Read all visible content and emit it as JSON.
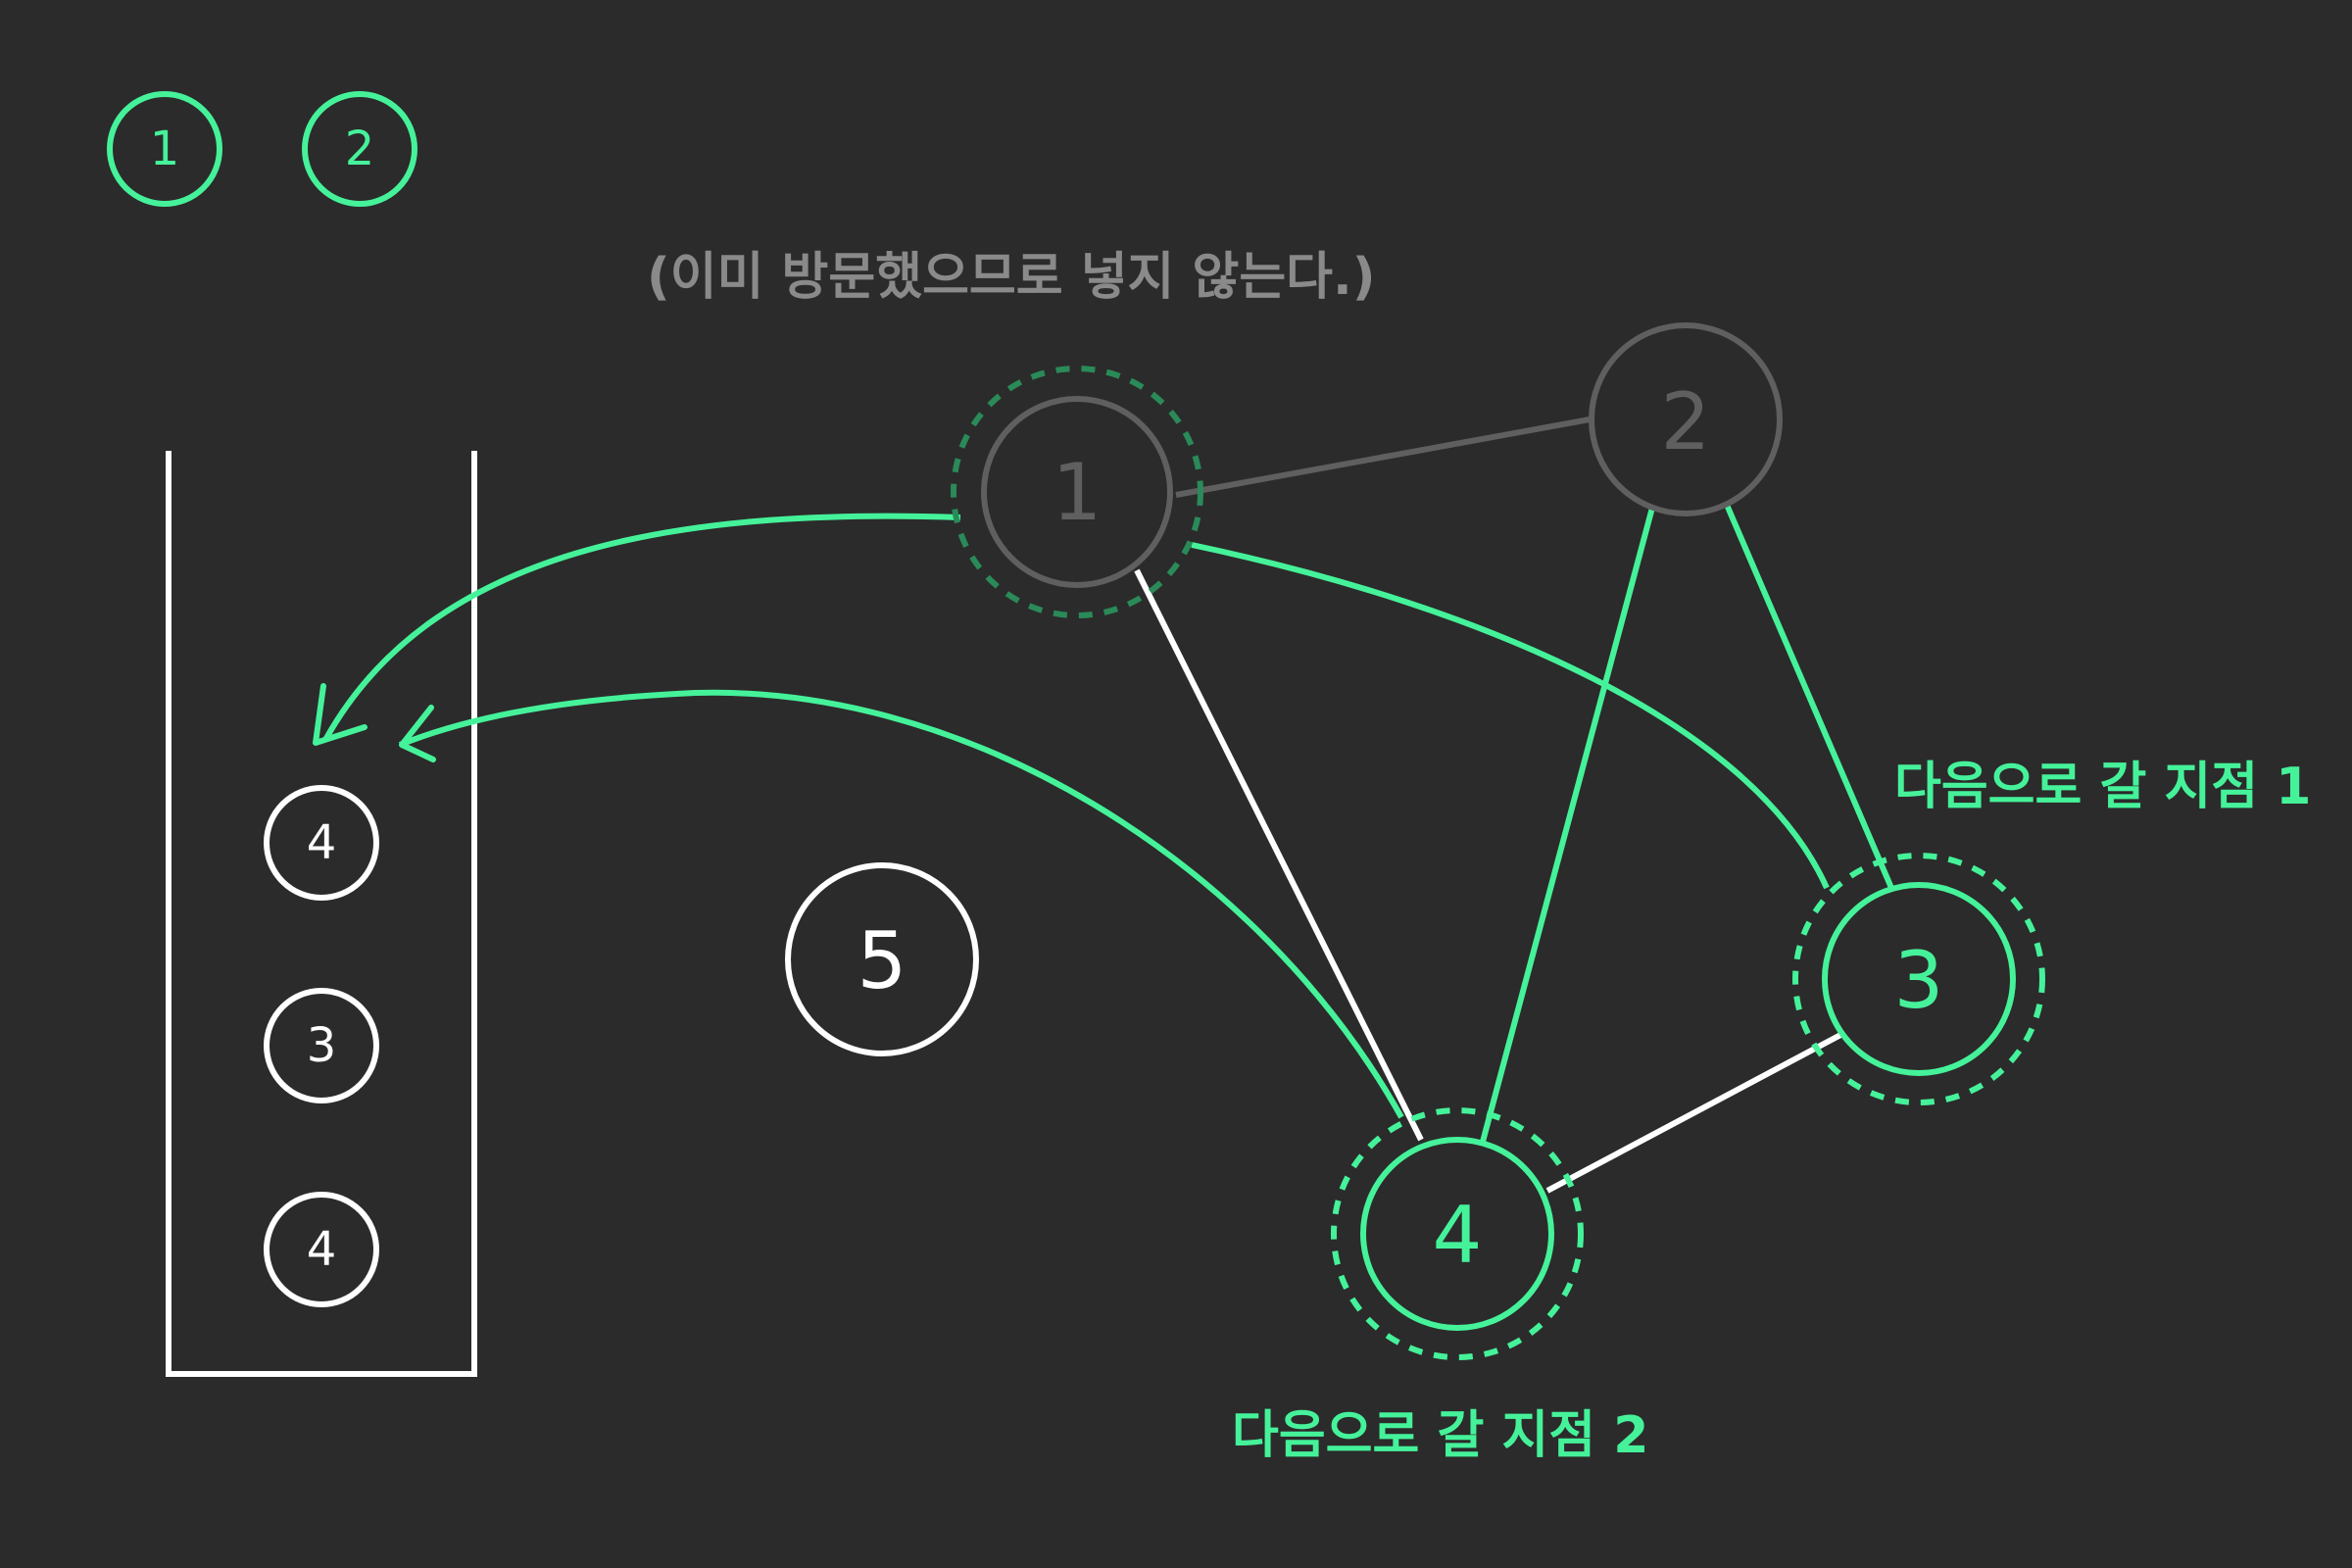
{
  "colors": {
    "background": "#2b2b2b",
    "accent": "#45f29a",
    "accent_dim": "#2a8a58",
    "white": "#ffffff",
    "gray": "#5f5f5f",
    "gray_text": "#8a8a8a"
  },
  "visited": [
    {
      "label": "1"
    },
    {
      "label": "2"
    }
  ],
  "note": "(이미 방문했으므로 넣지 않는다.)",
  "stack_items": [
    {
      "label": "4"
    },
    {
      "label": "3"
    },
    {
      "label": "4"
    }
  ],
  "nodes": {
    "n1": {
      "label": "1"
    },
    "n2": {
      "label": "2"
    },
    "n3": {
      "label": "3"
    },
    "n4": {
      "label": "4"
    },
    "n5": {
      "label": "5"
    }
  },
  "labels": {
    "next1": "다음으로 갈 지점 1",
    "next2": "다음으로 갈 지점 2"
  }
}
